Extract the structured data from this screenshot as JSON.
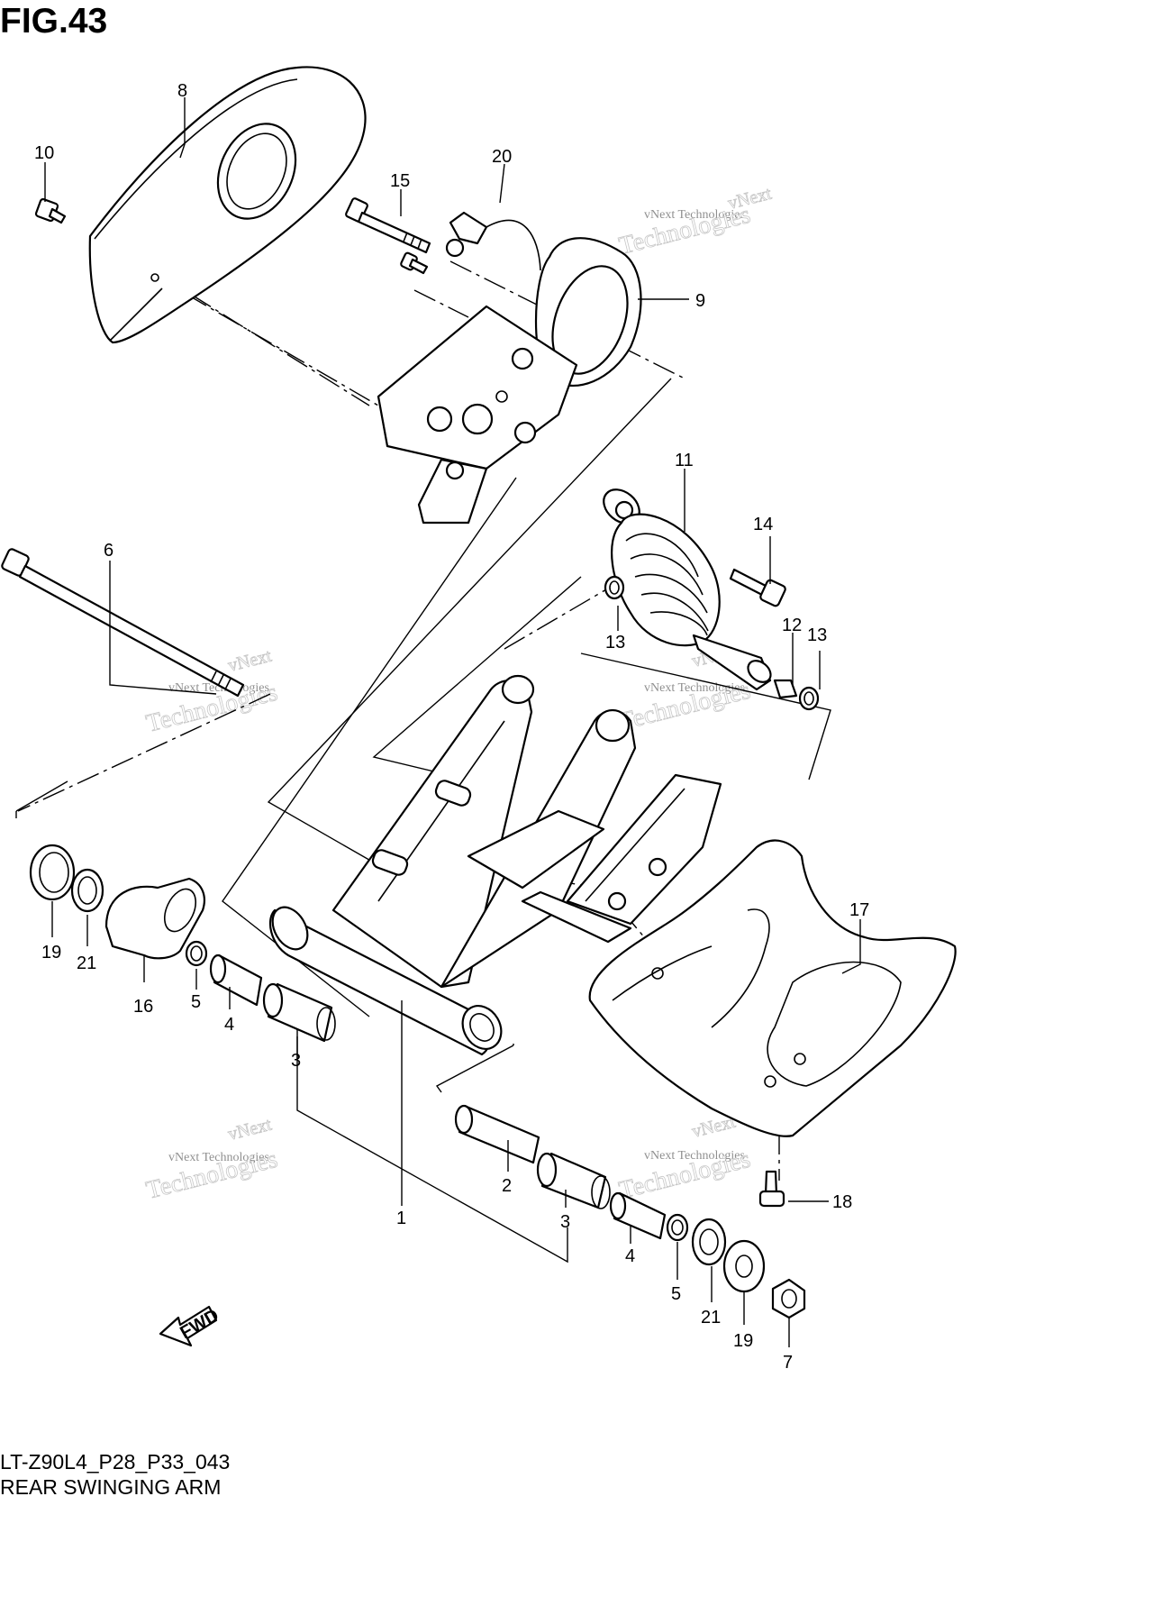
{
  "figure_title": "FIG.43",
  "diagram_code": "LT-Z90L4_P28_P33_043",
  "diagram_name": "REAR SWINGING ARM",
  "fwd_label": "FWD",
  "watermark": {
    "line1": "vNext",
    "line2": "vNext Technologies",
    "line3": "Technologies"
  },
  "callouts": [
    {
      "id": "c8",
      "text": "8"
    },
    {
      "id": "c10",
      "text": "10"
    },
    {
      "id": "c15",
      "text": "15"
    },
    {
      "id": "c20",
      "text": "20"
    },
    {
      "id": "c9",
      "text": "9"
    },
    {
      "id": "c11",
      "text": "11"
    },
    {
      "id": "c14",
      "text": "14"
    },
    {
      "id": "c6",
      "text": "6"
    },
    {
      "id": "c13a",
      "text": "13"
    },
    {
      "id": "c12",
      "text": "12"
    },
    {
      "id": "c13b",
      "text": "13"
    },
    {
      "id": "c17",
      "text": "17"
    },
    {
      "id": "c19a",
      "text": "19"
    },
    {
      "id": "c21a",
      "text": "21"
    },
    {
      "id": "c16",
      "text": "16"
    },
    {
      "id": "c5a",
      "text": "5"
    },
    {
      "id": "c4a",
      "text": "4"
    },
    {
      "id": "c3a",
      "text": "3"
    },
    {
      "id": "c1",
      "text": "1"
    },
    {
      "id": "c2",
      "text": "2"
    },
    {
      "id": "c3b",
      "text": "3"
    },
    {
      "id": "c4b",
      "text": "4"
    },
    {
      "id": "c5b",
      "text": "5"
    },
    {
      "id": "c21b",
      "text": "21"
    },
    {
      "id": "c19b",
      "text": "19"
    },
    {
      "id": "c7",
      "text": "7"
    },
    {
      "id": "c18",
      "text": "18"
    }
  ]
}
